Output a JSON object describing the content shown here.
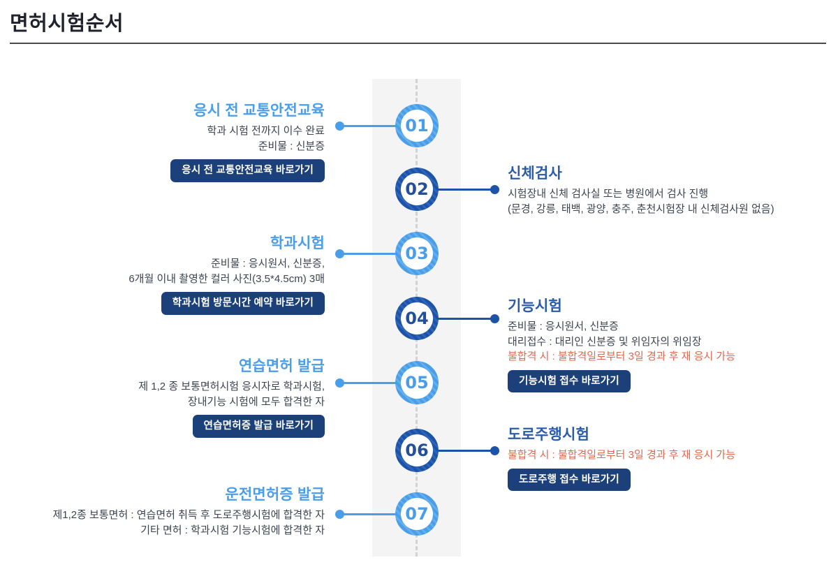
{
  "page": {
    "title": "면허시험순서"
  },
  "colors": {
    "light_blue": "#4A9EE9",
    "dark_blue": "#1C53A6",
    "dark_title_blue": "#2B5CA9",
    "warning_red": "#E2674F",
    "button_navy": "#1C4079",
    "desc_text": "#3C4450",
    "strip_gray": "#F4F4F5"
  },
  "steps": [
    {
      "num": "01",
      "side": "left",
      "variant": "light",
      "title": "응시 전 교통안전교육",
      "desc": [
        "학과 시험 전까지 이수 완료",
        "준비물 : 신분증"
      ],
      "button": "응시 전 교통안전교육 바로가기"
    },
    {
      "num": "02",
      "side": "right",
      "variant": "dark",
      "title": "신체검사",
      "desc": [
        "시험장내 신체 검사실 또는 병원에서 검사 진행",
        "(문경, 강릉, 태백, 광양, 충주, 춘천시험장 내 신체검사원 없음)"
      ]
    },
    {
      "num": "03",
      "side": "left",
      "variant": "light",
      "title": "학과시험",
      "desc": [
        "준비물 : 응시원서, 신분증,",
        "6개월 이내 촬영한 컬러 사진(3.5*4.5cm) 3매"
      ],
      "button": "학과시험 방문시간 예약 바로가기"
    },
    {
      "num": "04",
      "side": "right",
      "variant": "dark",
      "title": "기능시험",
      "desc": [
        "준비물 : 응시원서, 신분증",
        "대리접수 : 대리인 신분증 및 위임자의 위임장"
      ],
      "warning": "불합격 시 : 불합격일로부터 3일 경과 후 재 응시 가능",
      "button": "기능시험 접수 바로가기"
    },
    {
      "num": "05",
      "side": "left",
      "variant": "light",
      "title": "연습면허 발급",
      "desc": [
        "제 1,2 종 보통면허시험 응시자로 학과시험,",
        "장내기능 시험에 모두 합격한 자"
      ],
      "button": "연습면허증 발급 바로가기"
    },
    {
      "num": "06",
      "side": "right",
      "variant": "dark",
      "title": "도로주행시험",
      "warning": "불합격 시 : 불합격일로부터 3일 경과 후 재 응시 가능",
      "button": "도로주행 접수 바로가기"
    },
    {
      "num": "07",
      "side": "left",
      "variant": "light",
      "title": "운전면허증 발급",
      "desc": [
        "제1,2종 보통면허 : 연습면허 취득 후 도로주행시험에 합격한 자",
        "기타 면허 : 학과시험 기능시험에 합격한 자"
      ]
    }
  ]
}
